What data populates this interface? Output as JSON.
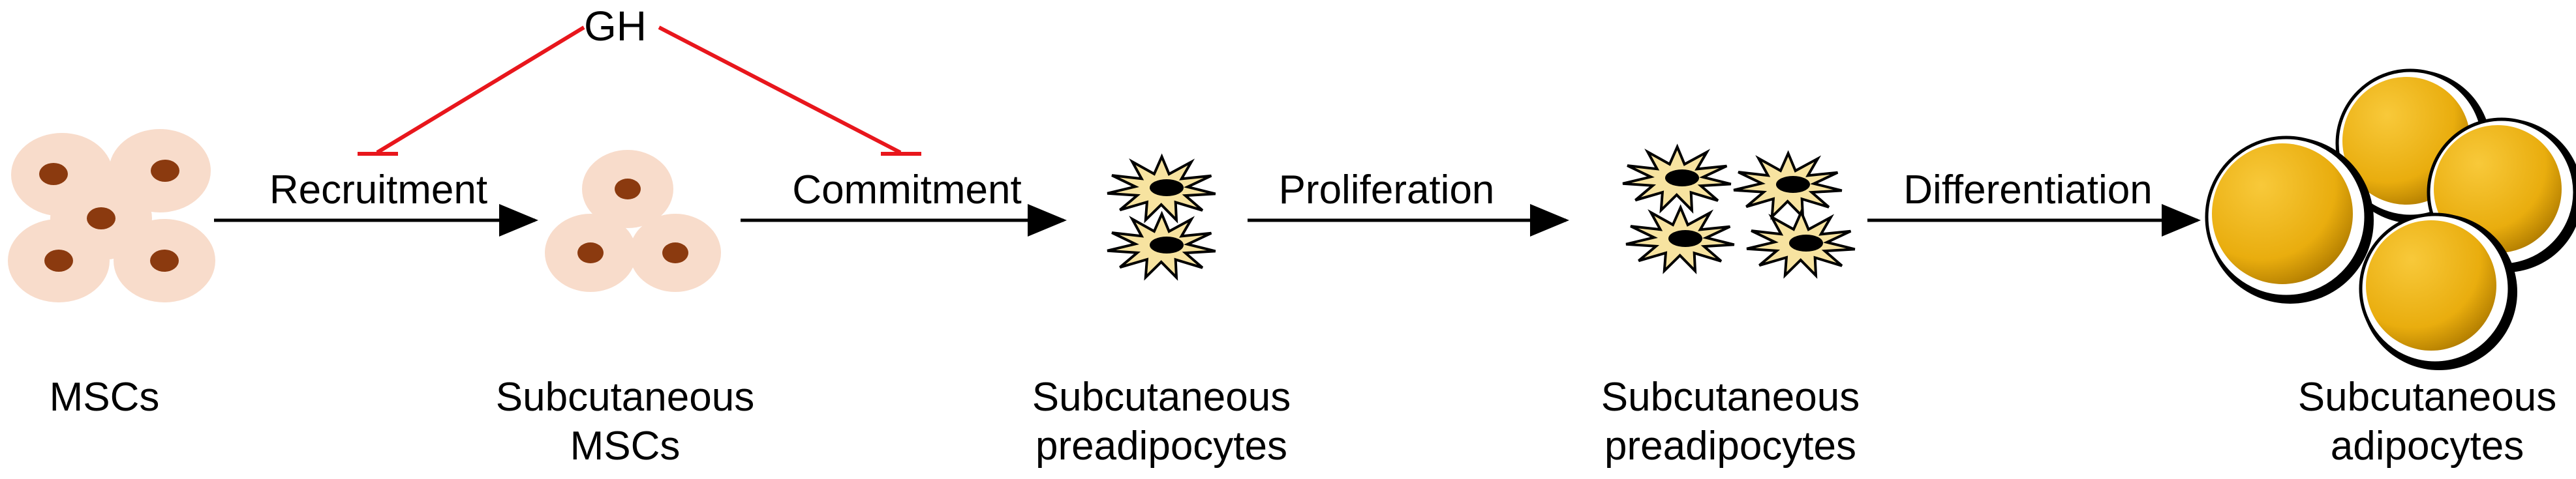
{
  "regulator": {
    "label": "GH"
  },
  "steps": [
    {
      "label": "Recruitment"
    },
    {
      "label": "Commitment"
    },
    {
      "label": "Proliferation"
    },
    {
      "label": "Differentiation"
    }
  ],
  "stages": [
    {
      "line1": "MSCs",
      "line2": ""
    },
    {
      "line1": "Subcutaneous",
      "line2": "MSCs"
    },
    {
      "line1": "Subcutaneous",
      "line2": "preadipocytes"
    },
    {
      "line1": "Subcutaneous",
      "line2": "preadipocytes"
    },
    {
      "line1": "Subcutaneous",
      "line2": "adipocytes"
    }
  ],
  "colors": {
    "inhibition": "#e8161c",
    "arrow": "#000000",
    "msc_cytoplasm": "#f8dccb",
    "msc_nucleus": "#8b3a0f",
    "preadipocyte_fill": "#f7e3a0",
    "adipocyte_fill": "#e9ad0e",
    "adipocyte_highlight": "#f8c93a"
  }
}
